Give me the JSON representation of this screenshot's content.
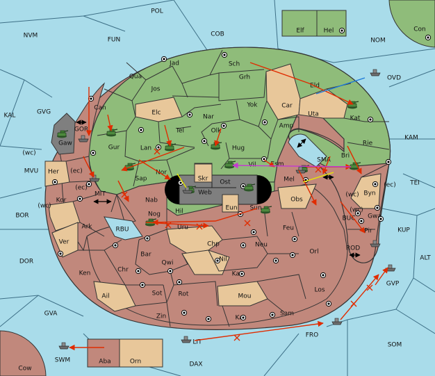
{
  "map": {
    "colors": {
      "sea": "#a9dcea",
      "green": "#8fbc7a",
      "red": "#c1887c",
      "tan": "#e8c79a",
      "center": "#7f7f7f",
      "order_arrow": "#e02c00",
      "support_blue": "#1e7ad8",
      "support_yellow": "#e8e800",
      "support_magenta": "#c43ad0"
    },
    "labels": {
      "pol": "POL",
      "nvm": "NVM",
      "fun": "FUN",
      "cob": "COB",
      "nom": "NOM",
      "con": "Con",
      "elf": "Elf",
      "hel": "Hel",
      "ovd": "OVD",
      "kal": "KAL",
      "gvg": "GVG",
      "kam": "KAM",
      "tei": "TEI",
      "mvu": "MVU",
      "bor": "BOR",
      "dor": "DOR",
      "gva": "GVA",
      "alt": "ALT",
      "kup": "KUP",
      "som": "SOM",
      "dax": "DAX",
      "cow": "Cow",
      "swm": "SWM",
      "aba": "Aba",
      "orn": "Orn",
      "lit": "LIT",
      "fro": "FRO",
      "gvp": "GVP",
      "rod": "ROD",
      "buc": "BUC",
      "mit": "MIT",
      "rbu": "RBU",
      "gor": "GOR",
      "sma": "SMA",
      "jad": "Jad",
      "sch": "Sch",
      "qua": "Qua",
      "jos": "Jos",
      "grh": "Grh",
      "eld": "Eld",
      "can": "Can",
      "elc": "Elc",
      "nar": "Nar",
      "yok": "Yok",
      "car": "Car",
      "uta": "Uta",
      "kat": "Kat",
      "tel": "Tel",
      "olk": "Olk",
      "amp": "Amp",
      "gur": "Gur",
      "lan": "Lan",
      "hug": "Hug",
      "rie": "Rie",
      "gaw": "Gaw",
      "esm": "Esm",
      "bri": "Bri",
      "vil": "Vil",
      "nor": "Nor",
      "skr": "Skr",
      "ost": "Ost",
      "web": "Web",
      "mel": "Mel",
      "sap": "Sap",
      "her": "Her",
      "hil": "Hil",
      "eun": "Eun",
      "byn": "Byn",
      "kor": "Kor",
      "nab": "Nab",
      "obs": "Obs",
      "sun": "Sun",
      "gwa": "Gwa",
      "nog": "Nog",
      "uru": "Uru",
      "feu": "Feu",
      "ark": "Ark",
      "pir": "Pir",
      "ver": "Ver",
      "chp": "Chp",
      "neu": "Neu",
      "orl": "Orl",
      "bar": "Bar",
      "qwi": "Qwi",
      "nil": "Nil",
      "ken": "Ken",
      "chr": "Chr",
      "kaa": "Kaa",
      "los": "Los",
      "sot": "Sot",
      "rot": "Rot",
      "mou": "Mou",
      "ail": "Ail",
      "sam": "Sam",
      "zin": "Zin",
      "kar": "Kar",
      "wc": "(wc)",
      "ec": "(ec)"
    }
  }
}
